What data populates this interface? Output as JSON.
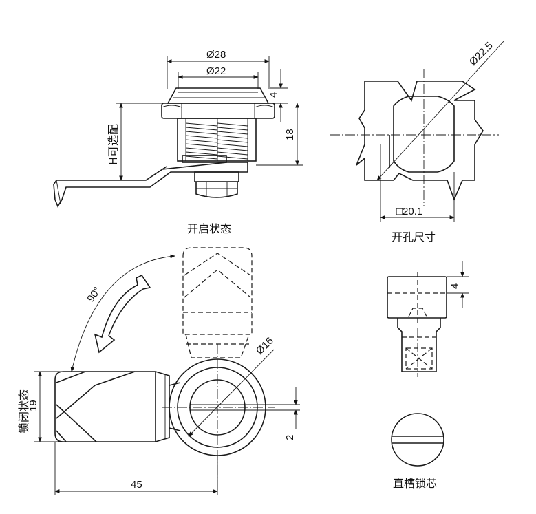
{
  "dimensions": {
    "outer_dia": "Ø28",
    "inner_dia": "Ø22",
    "flange_thickness": "4",
    "thread_length": "18",
    "cutout_dia": "Ø22.5",
    "cutout_flat": "□20.1",
    "cam_hole_dia": "Ø16",
    "rotation_angle": "90°",
    "cam_width": "19",
    "cam_length": "45",
    "slot_width": "2",
    "core_height": "4"
  },
  "labels": {
    "h_optional": "H可选配",
    "open_state": "开启状态",
    "cutout_size": "开孔尺寸",
    "closed_state": "锁闭状态",
    "slot_core": "直槽锁芯"
  }
}
